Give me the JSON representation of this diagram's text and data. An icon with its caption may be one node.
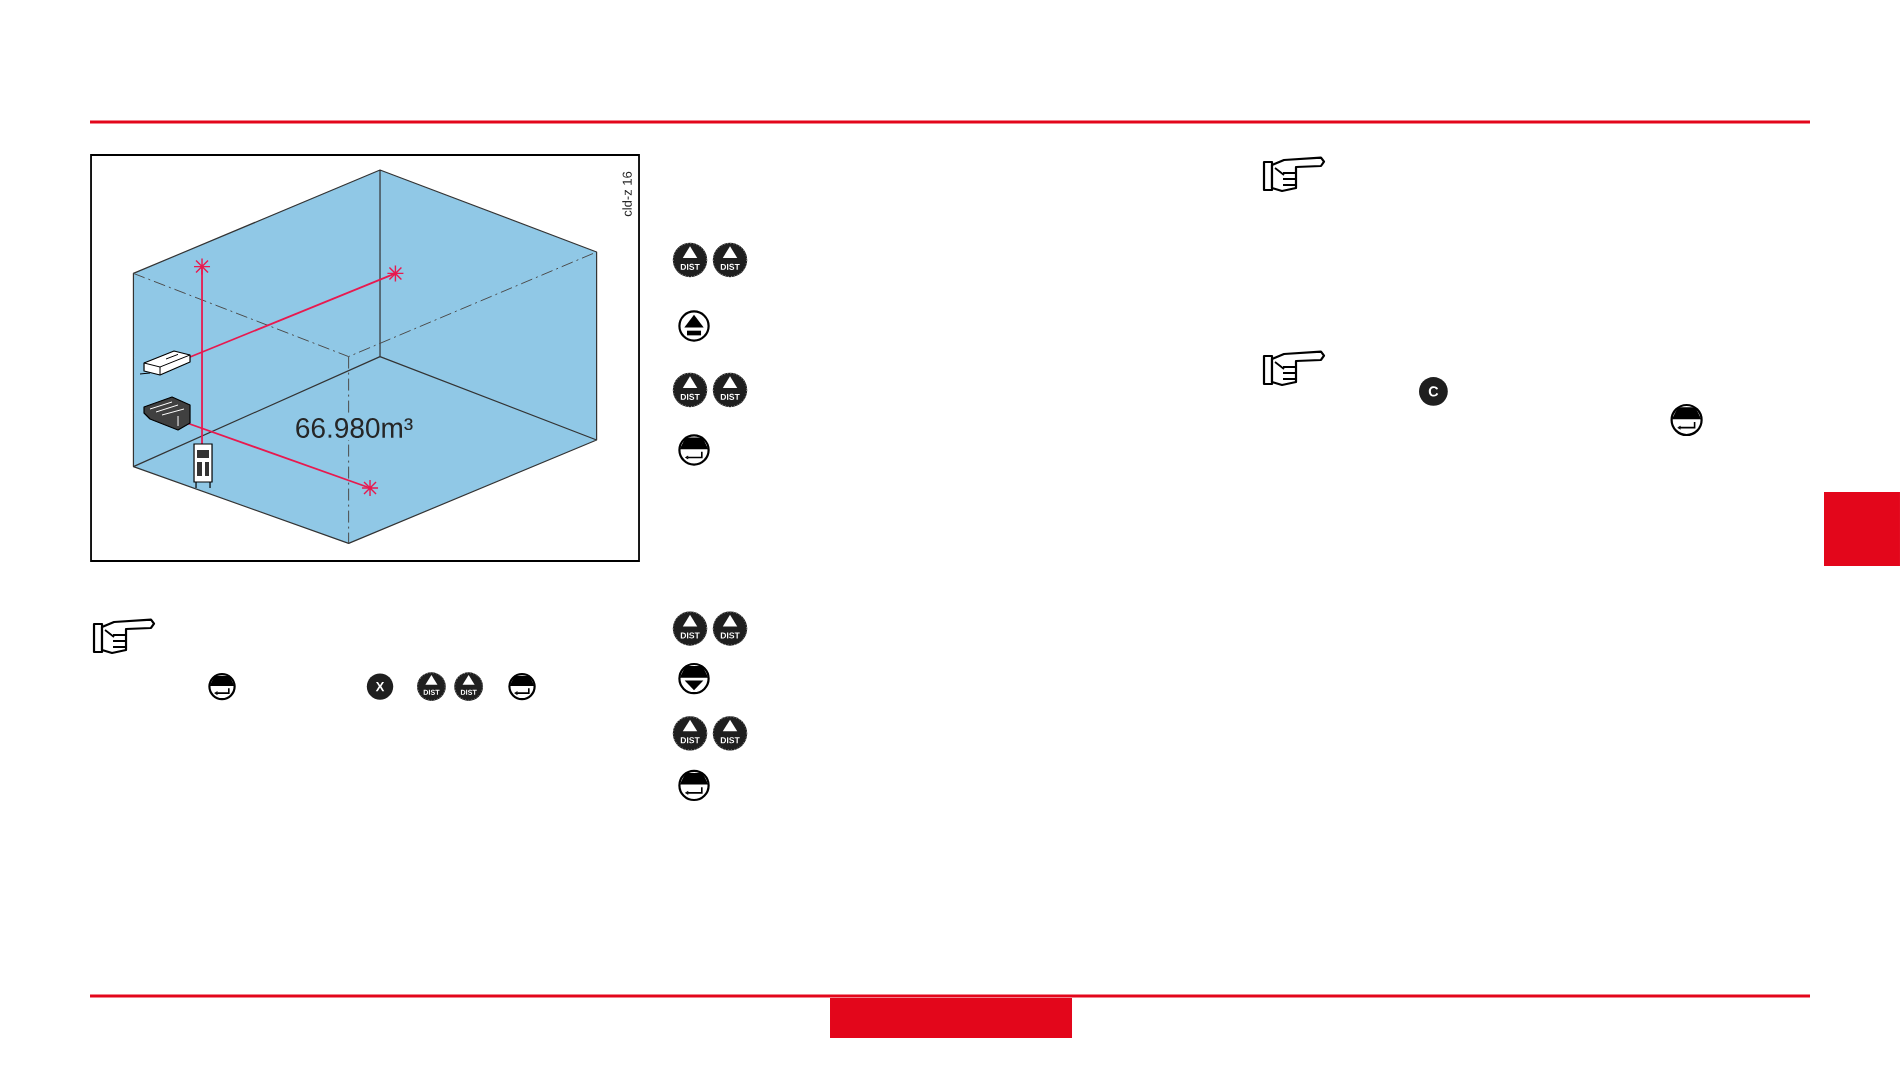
{
  "diagram": {
    "labels": [
      "cld-z 16",
      "66.980m³",
      "X",
      "DIST",
      "DIST",
      "DIST",
      "DIST",
      "DIST",
      "DIST",
      "DIST",
      "DIST",
      "DIST",
      "DIST",
      "C"
    ]
  }
}
